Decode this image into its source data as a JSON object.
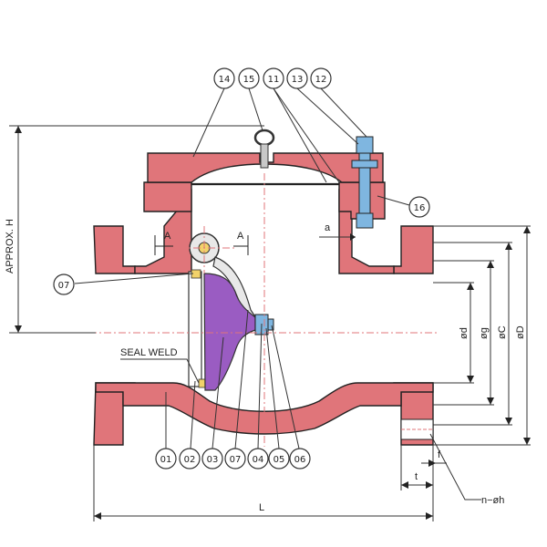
{
  "colors": {
    "body": "#e0757a",
    "disc": "#9a5cc2",
    "bolt": "#7fb6e0",
    "seat": "#f2d26a",
    "eyebolt": "#c8c8c8",
    "line": "#222222",
    "centerline": "#e0757a"
  },
  "callouts_top": [
    "14",
    "15",
    "11",
    "13",
    "12"
  ],
  "callout_right": "16",
  "callout_left": "07",
  "callouts_bottom": [
    "01",
    "02",
    "03",
    "07",
    "04",
    "05",
    "06"
  ],
  "labels": {
    "height": "APPROX. H",
    "section_a_left": "A",
    "section_a_right": "A",
    "gap": "a",
    "seal_weld": "SEAL WELD",
    "length": "L",
    "dia_d": "ød",
    "dia_g": "øg",
    "dia_C": "øC",
    "dia_D": "øD",
    "flange_t": "t",
    "flange_f": "f",
    "holes": "n−øh"
  }
}
